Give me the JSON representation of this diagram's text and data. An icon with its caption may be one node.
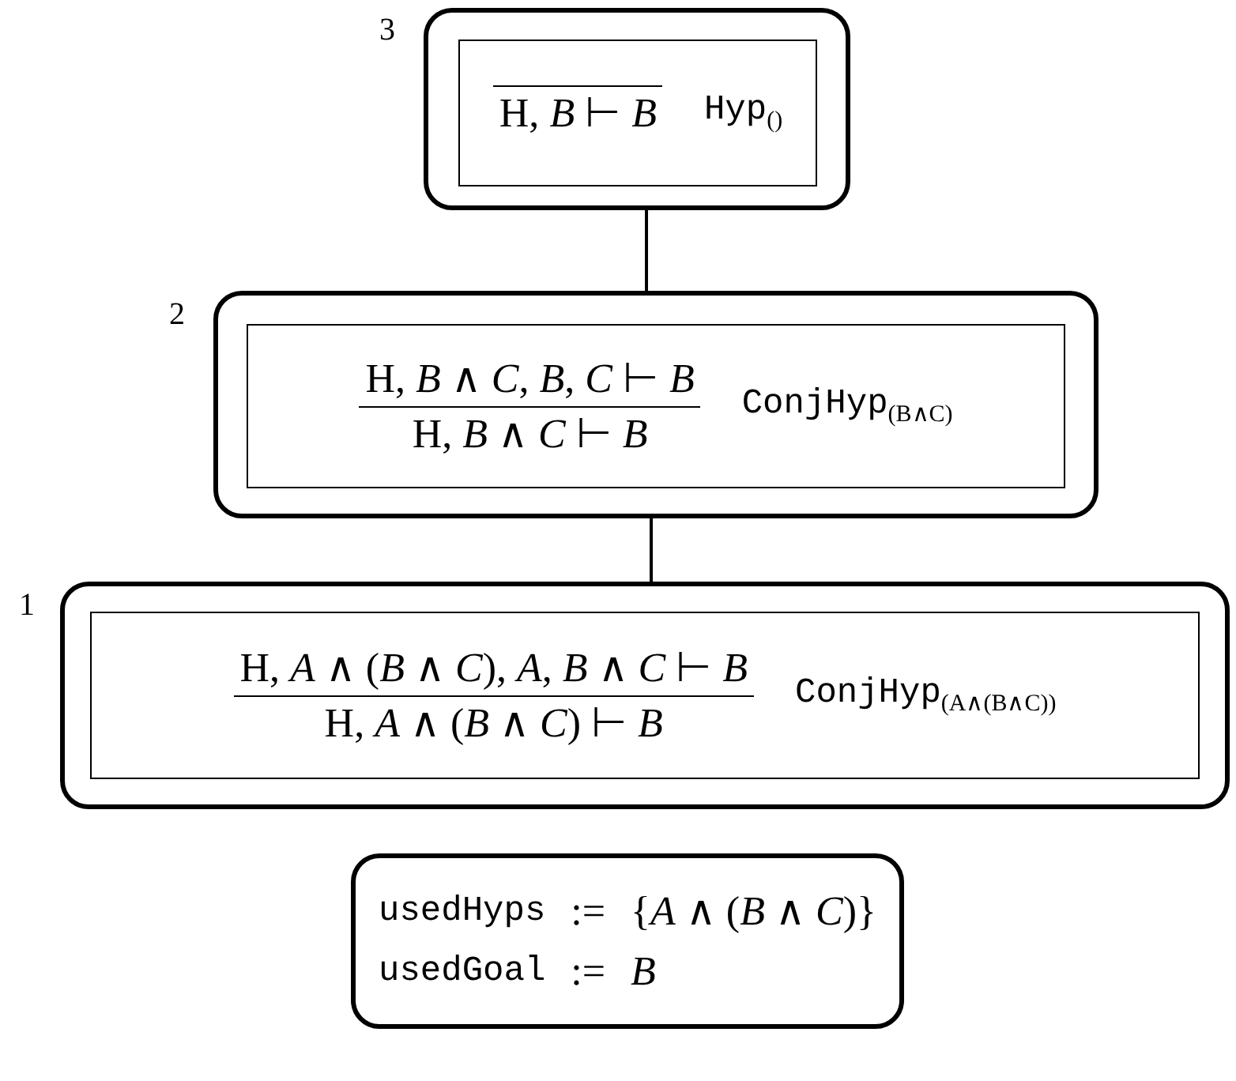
{
  "diagram": {
    "nodes": [
      {
        "text": [],
        "shape": "box",
        "beside": [
          "3"
        ]
      },
      {
        "text": [
          "H, *B* ⊢ *B*",
          "Hyp$_{()}$"
        ],
        "in": 0
      },
      {
        "text": [],
        "shape": "box",
        "beside": [
          "2"
        ]
      },
      {
        "text": [
          "H, *B* ∧ *C*, *B*, *C* ⊢ *B*",
          "H, *B* ∧ *C* ⊢ *B*",
          "ConjHyp$_{(B∧C)}$"
        ],
        "in": 2
      },
      {
        "text": [],
        "shape": "box",
        "beside": [
          "1"
        ]
      },
      {
        "text": [
          "H, *A* ∧ (*B* ∧ *C*), *A*, *B* ∧ *C* ⊢ *B*",
          "H, *A* ∧ (*B* ∧ *C*) ⊢ *B*",
          "ConjHyp$_{(A∧(B∧C))}$"
        ],
        "in": 4
      },
      {
        "text": [
          "usedHyps",
          ":=",
          "{*A* ∧ (*B* ∧ *C*)}",
          "usedGoal",
          ":=",
          "*B*"
        ]
      }
    ],
    "edges": [
      {
        "from": 0,
        "to": 2,
        "arrow": "none"
      },
      {
        "from": 2,
        "to": 4,
        "arrow": "none"
      }
    ]
  }
}
